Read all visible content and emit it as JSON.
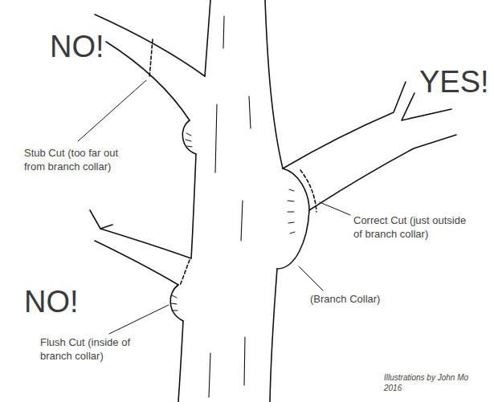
{
  "diagram": {
    "labels": [
      "NO!",
      "Stub Cut (too far out from branch collar)",
      "YES!",
      "Correct Cut (just outside of branch collar)",
      "NO!",
      "Flush Cut (inside of branch collar)",
      "(Branch Collar)",
      "Illustrations by John Mo 2016"
    ]
  }
}
